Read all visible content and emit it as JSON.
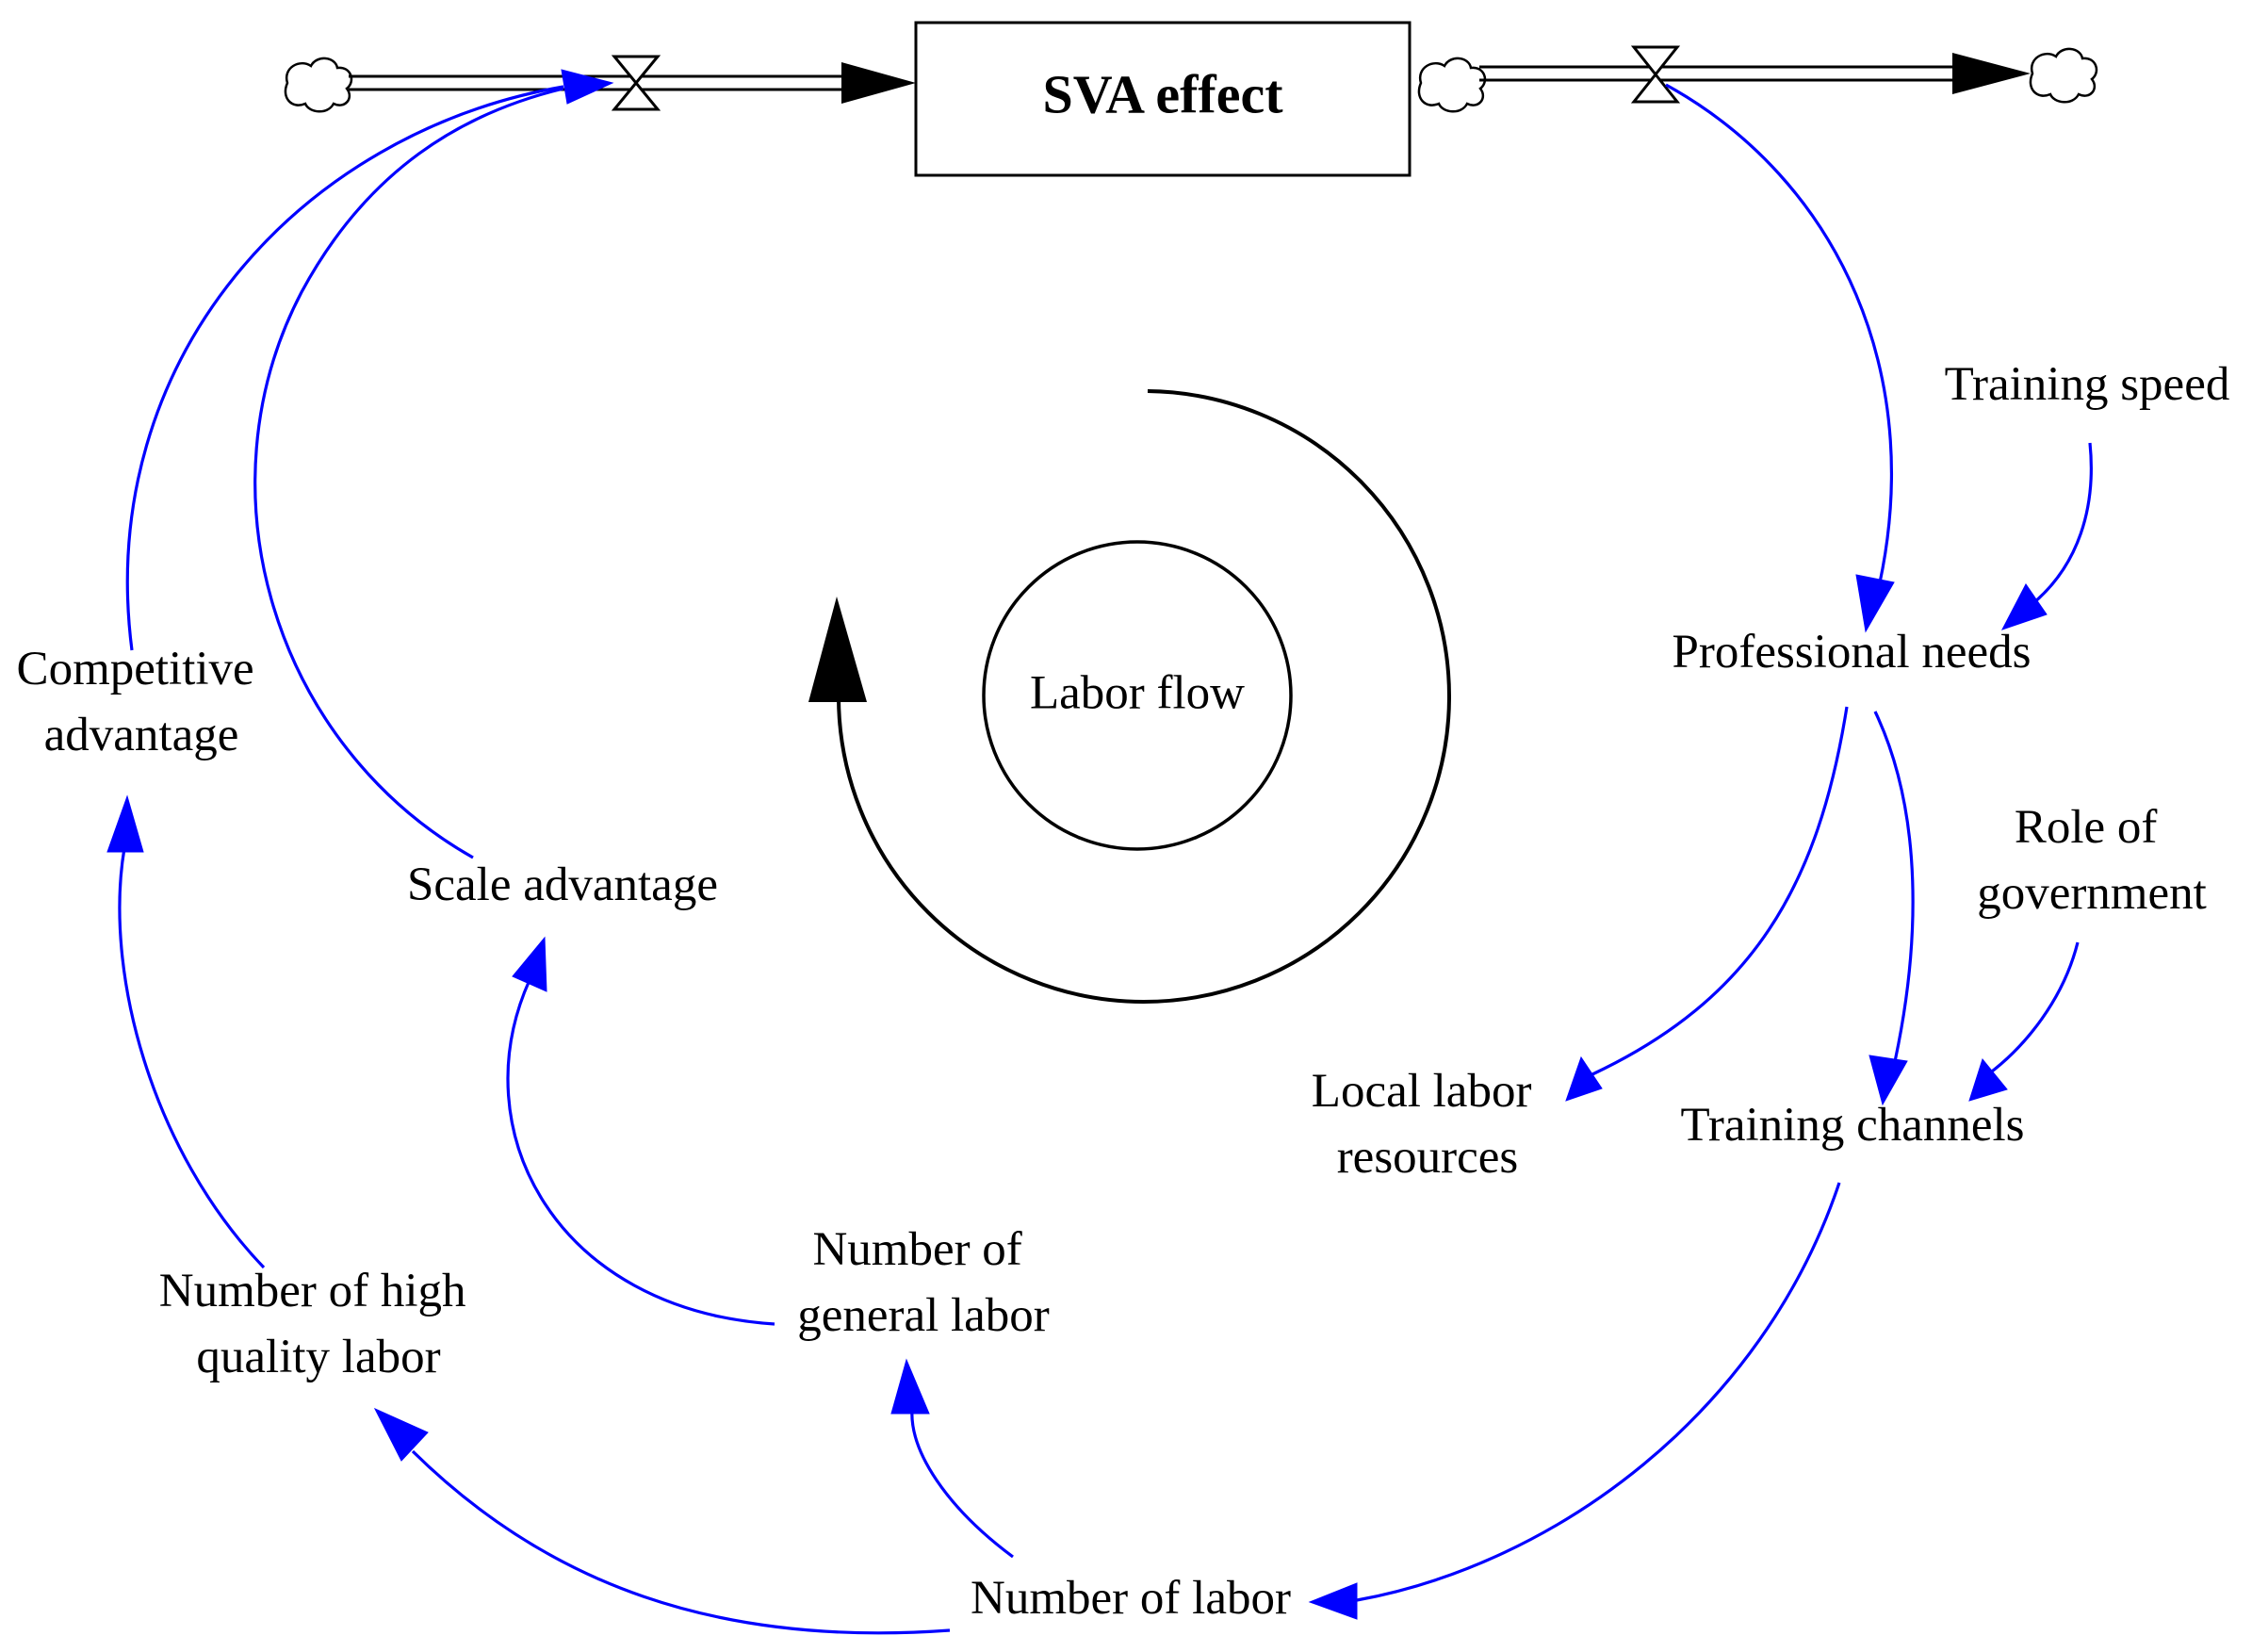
{
  "stock": {
    "label": "SVA effect"
  },
  "loop": {
    "label": "Labor flow"
  },
  "variables": {
    "training_speed": [
      "Training speed"
    ],
    "professional_needs": [
      "Professional needs"
    ],
    "role_of_government": [
      "Role of",
      "government"
    ],
    "local_labor_resources": [
      "Local labor",
      "resources"
    ],
    "training_channels": [
      "Training channels"
    ],
    "competitive_advantage": [
      "Competitive",
      "advantage"
    ],
    "scale_advantage": [
      "Scale advantage"
    ],
    "number_of_general_labor": [
      "Number of",
      "general labor"
    ],
    "number_of_high_quality_labor": [
      "Number of high",
      "quality labor"
    ],
    "number_of_labor": [
      "Number of labor"
    ]
  },
  "colors": {
    "link": "#0000ff",
    "stock_border": "#000000",
    "flow": "#000000"
  }
}
